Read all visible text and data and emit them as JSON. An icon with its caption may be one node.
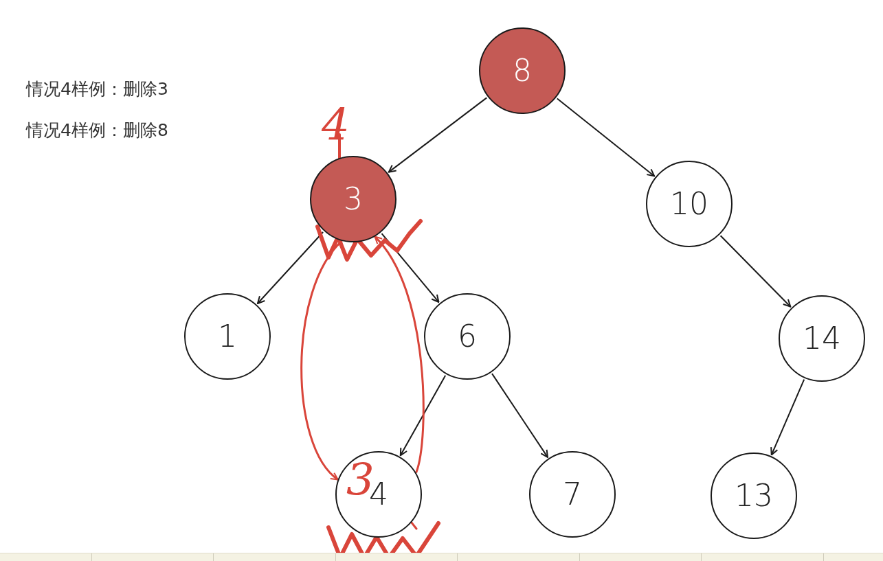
{
  "diagram": {
    "nodes": [
      {
        "text": [
          "8"
        ]
      },
      {
        "text": [
          "3"
        ],
        "beside": [
          "4"
        ]
      },
      {
        "text": [
          "10"
        ]
      },
      {
        "text": [
          "1"
        ]
      },
      {
        "text": [
          "6"
        ]
      },
      {
        "text": [
          "14"
        ]
      },
      {
        "text": [
          "4",
          "3"
        ]
      },
      {
        "text": [
          "7"
        ]
      },
      {
        "text": [
          "13"
        ]
      }
    ],
    "edges": [
      {
        "from": 0,
        "to": 1,
        "arrow": "to"
      },
      {
        "from": 0,
        "to": 2,
        "arrow": "to"
      },
      {
        "from": 1,
        "to": 3,
        "arrow": "to"
      },
      {
        "from": 1,
        "to": 4,
        "arrow": "to"
      },
      {
        "from": 2,
        "to": 5,
        "arrow": "to"
      },
      {
        "from": 4,
        "to": 6,
        "arrow": "to"
      },
      {
        "from": 4,
        "to": 7,
        "arrow": "to"
      },
      {
        "from": 5,
        "to": 8,
        "arrow": "to"
      },
      {
        "from": 1,
        "to": 6,
        "arrow": "to",
        "color": "#d9453a"
      },
      {
        "from": 6,
        "to": 1,
        "arrow": "to",
        "color": "#d9453a"
      }
    ],
    "labels": [
      "情况4样例：删除3",
      "情况4样例：删除8"
    ]
  }
}
